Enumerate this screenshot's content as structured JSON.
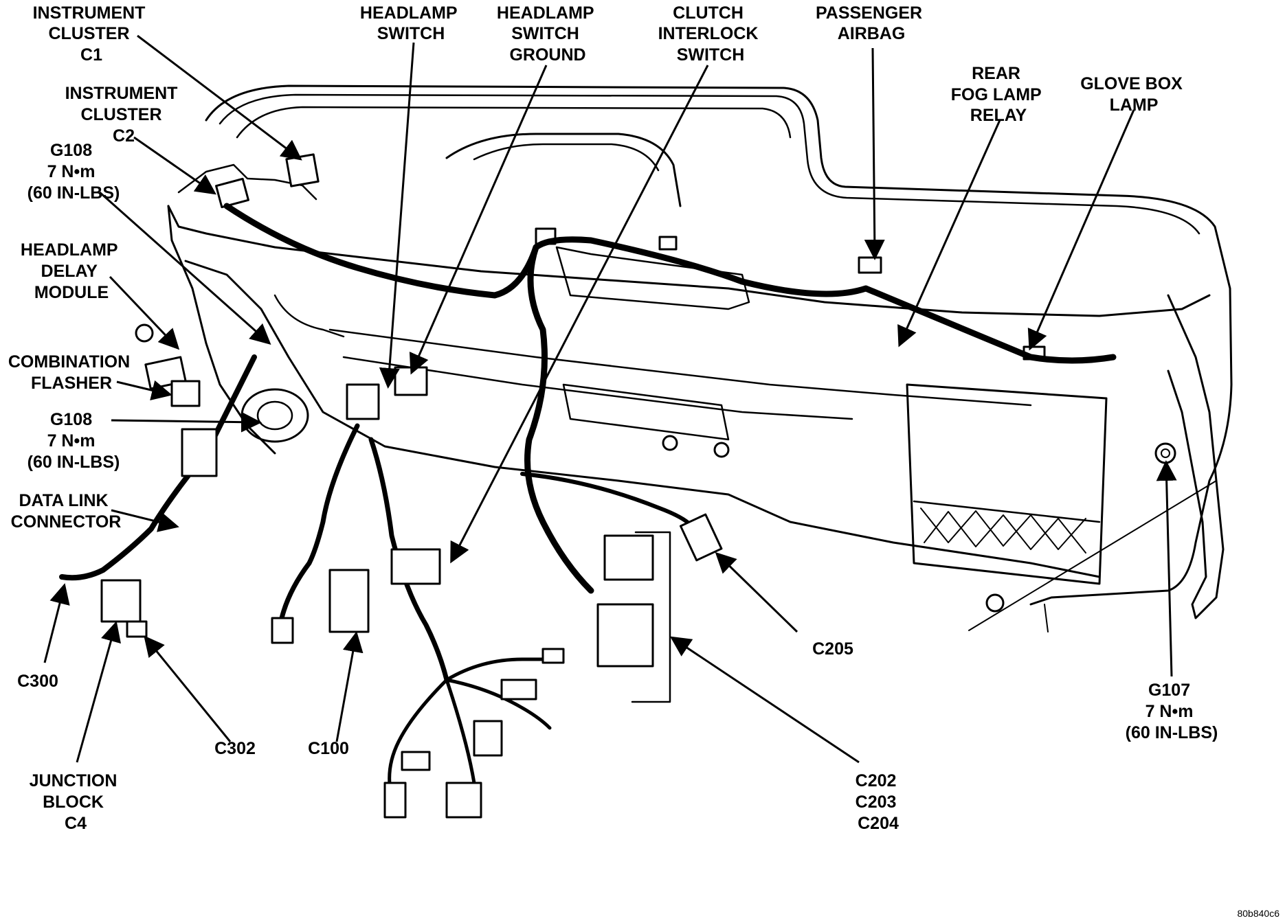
{
  "labels": {
    "instrument_cluster_c1": [
      "INSTRUMENT",
      "CLUSTER",
      "C1"
    ],
    "headlamp_switch": [
      "HEADLAMP",
      "SWITCH"
    ],
    "headlamp_switch_ground": [
      "HEADLAMP",
      "SWITCH",
      "GROUND"
    ],
    "clutch_interlock_switch": [
      "CLUTCH",
      "INTERLOCK",
      "SWITCH"
    ],
    "passenger_airbag": [
      "PASSENGER",
      "AIRBAG"
    ],
    "rear_fog_lamp_relay": [
      "REAR",
      "FOG LAMP",
      "RELAY"
    ],
    "glove_box_lamp": [
      "GLOVE BOX",
      "LAMP"
    ],
    "instrument_cluster_c2": [
      "INSTRUMENT",
      "CLUSTER",
      "C2"
    ],
    "g108_top": [
      "G108",
      "7 N•m",
      "(60 IN-LBS)"
    ],
    "headlamp_delay_module": [
      "HEADLAMP",
      "DELAY",
      "MODULE"
    ],
    "combination_flasher": [
      "COMBINATION",
      "FLASHER"
    ],
    "g108_mid": [
      "G108",
      "7 N•m",
      "(60 IN-LBS)"
    ],
    "data_link_connector": [
      "DATA LINK",
      "CONNECTOR"
    ],
    "c300": [
      "C300"
    ],
    "junction_block_c4": [
      "JUNCTION",
      "BLOCK",
      "C4"
    ],
    "c302": [
      "C302"
    ],
    "c100": [
      "C100"
    ],
    "c202_c203_c204": [
      "C202",
      "C203",
      "C204"
    ],
    "c205": [
      "C205"
    ],
    "g107": [
      "G107",
      "7 N•m",
      "(60 IN-LBS)"
    ]
  },
  "figure_code": "80b840c6"
}
